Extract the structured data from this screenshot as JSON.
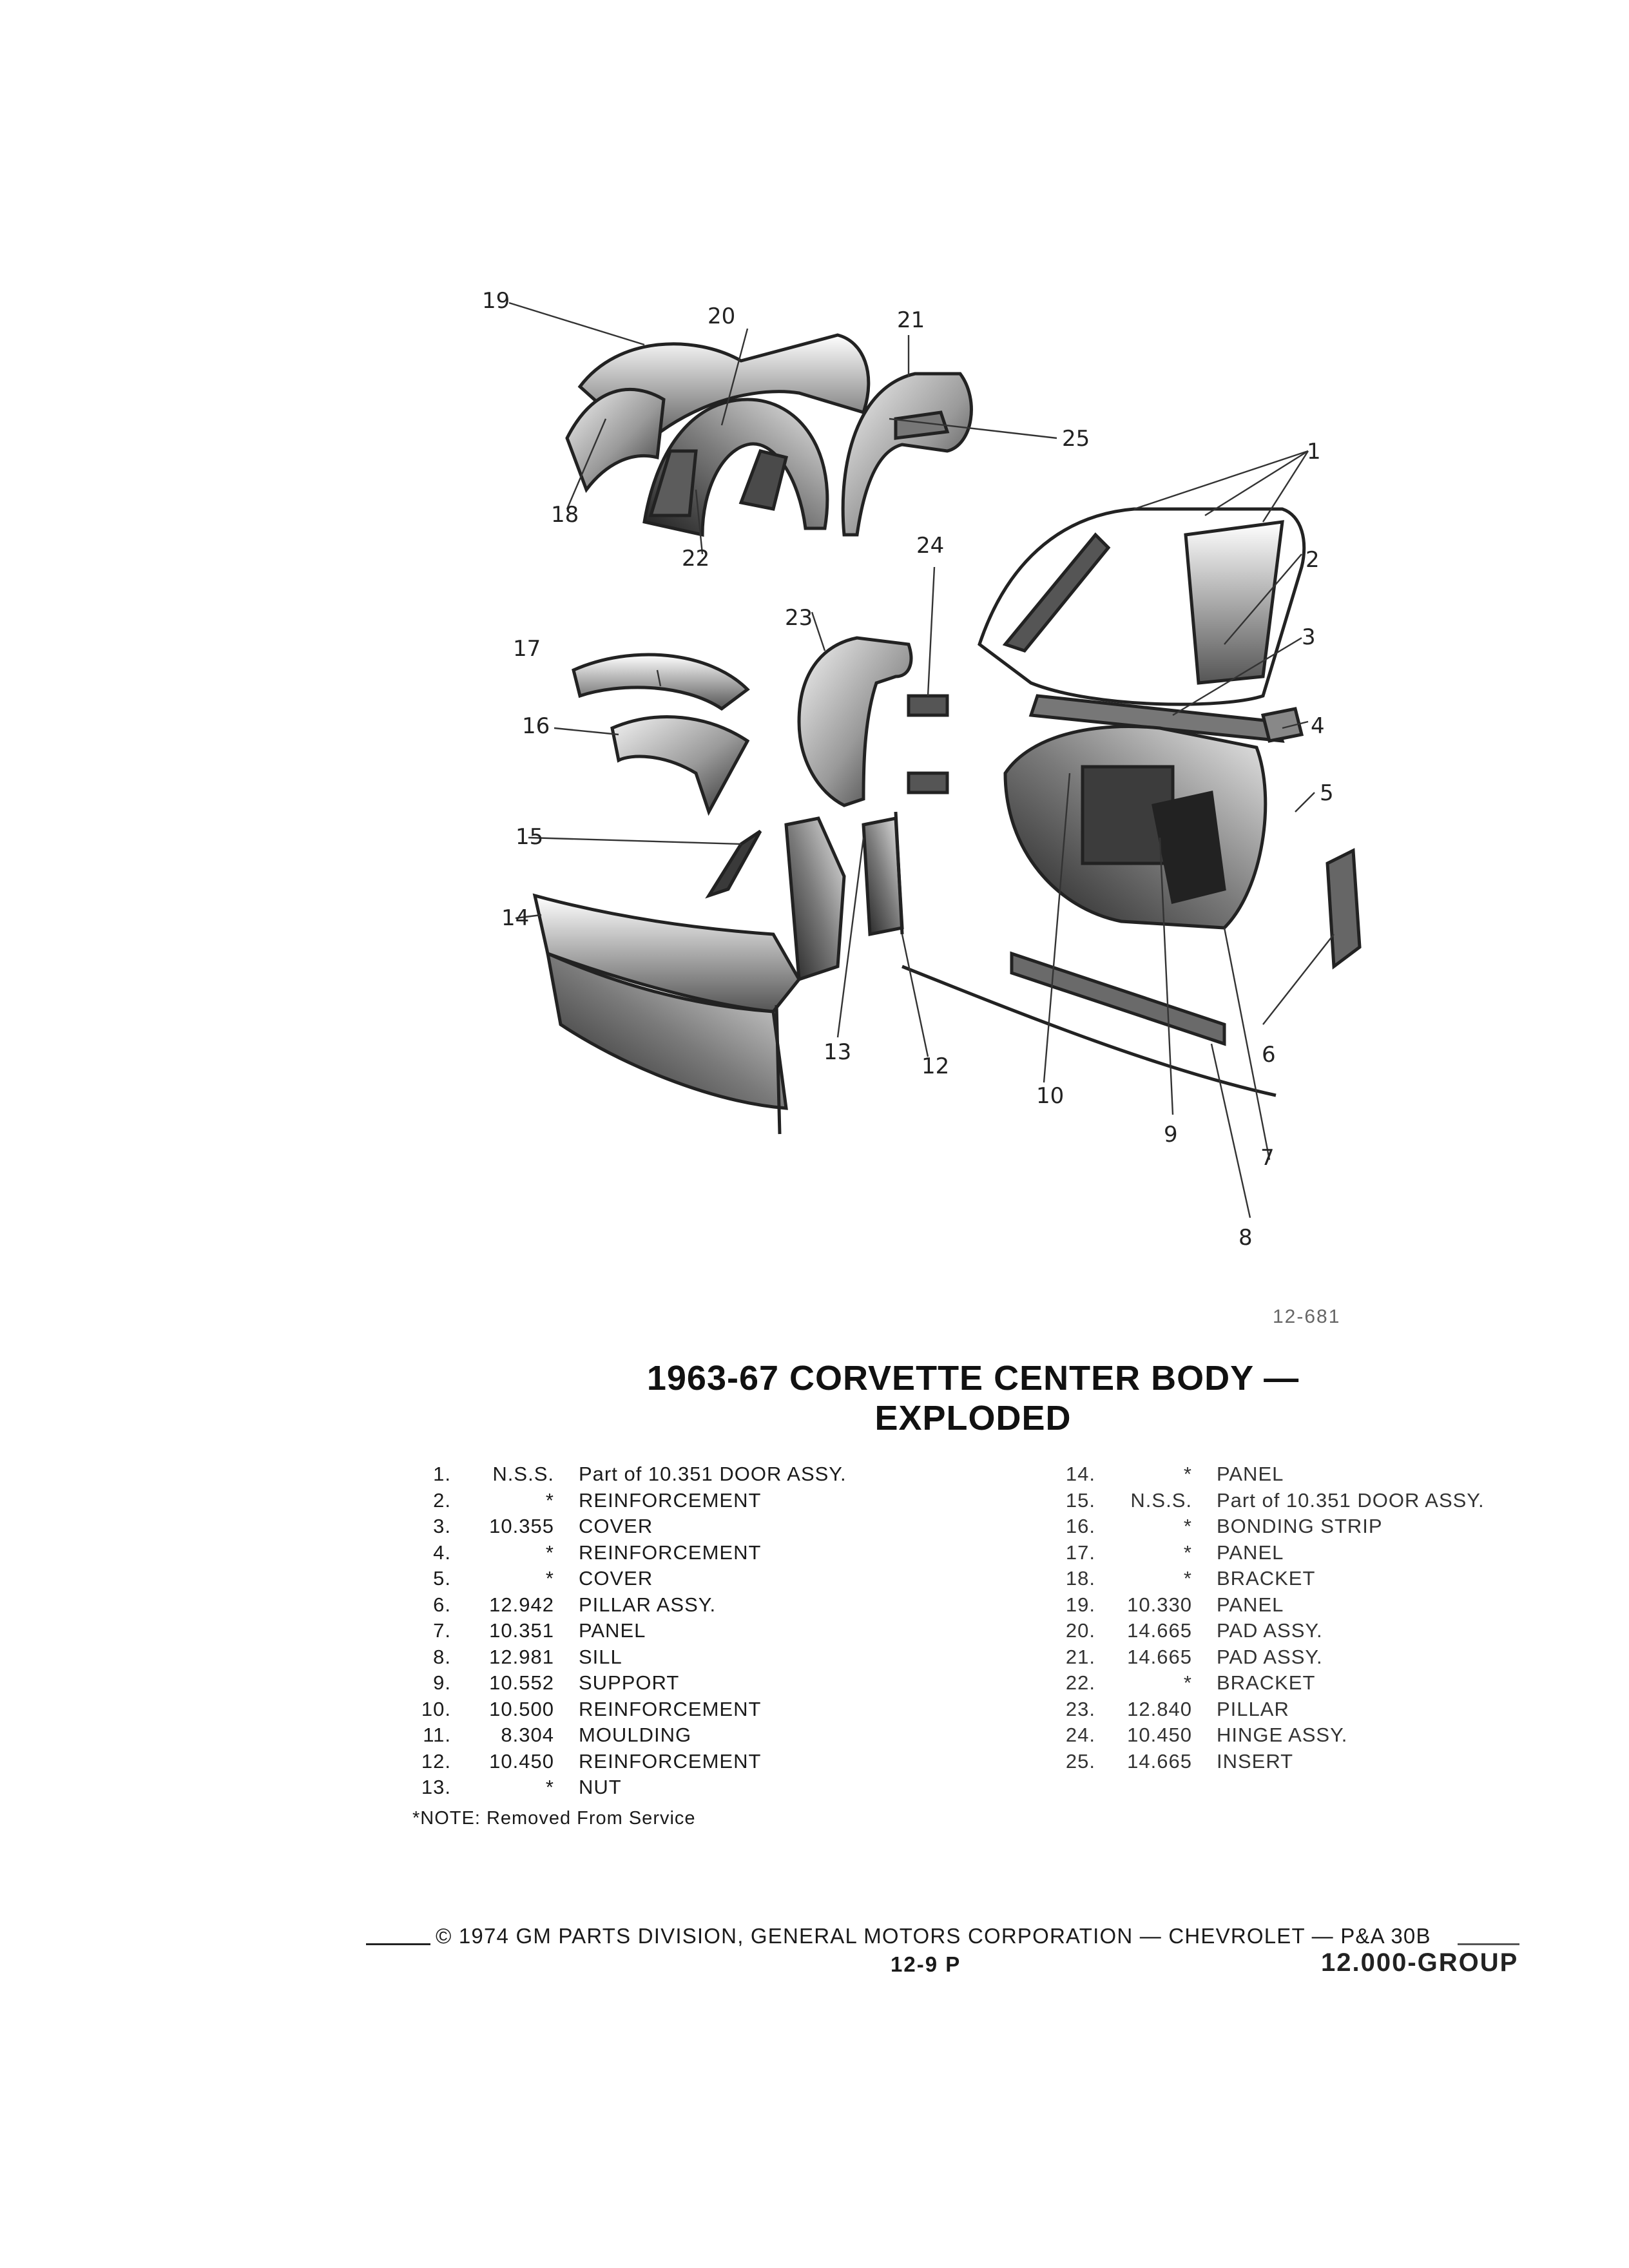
{
  "drawing_number": "12-681",
  "title": "1963-67 CORVETTE CENTER BODY — EXPLODED",
  "callouts": [
    "1",
    "2",
    "3",
    "4",
    "5",
    "6",
    "7",
    "8",
    "9",
    "10",
    "12",
    "13",
    "14",
    "15",
    "16",
    "17",
    "18",
    "19",
    "20",
    "21",
    "22",
    "23",
    "24",
    "25"
  ],
  "parts_left": [
    {
      "num": "1.",
      "part": "N.S.S.",
      "desc": "Part of 10.351 DOOR ASSY."
    },
    {
      "num": "2.",
      "part": "*",
      "desc": "REINFORCEMENT"
    },
    {
      "num": "3.",
      "part": "10.355",
      "desc": "COVER"
    },
    {
      "num": "4.",
      "part": "*",
      "desc": "REINFORCEMENT"
    },
    {
      "num": "5.",
      "part": "*",
      "desc": "COVER"
    },
    {
      "num": "6.",
      "part": "12.942",
      "desc": "PILLAR ASSY."
    },
    {
      "num": "7.",
      "part": "10.351",
      "desc": "PANEL"
    },
    {
      "num": "8.",
      "part": "12.981",
      "desc": "SILL"
    },
    {
      "num": "9.",
      "part": "10.552",
      "desc": "SUPPORT"
    },
    {
      "num": "10.",
      "part": "10.500",
      "desc": "REINFORCEMENT"
    },
    {
      "num": "11.",
      "part": "8.304",
      "desc": "MOULDING"
    },
    {
      "num": "12.",
      "part": "10.450",
      "desc": "REINFORCEMENT"
    },
    {
      "num": "13.",
      "part": "*",
      "desc": "NUT"
    }
  ],
  "parts_right": [
    {
      "num": "14.",
      "part": "*",
      "desc": "PANEL"
    },
    {
      "num": "15.",
      "part": "N.S.S.",
      "desc": "Part of 10.351 DOOR ASSY."
    },
    {
      "num": "16.",
      "part": "*",
      "desc": "BONDING STRIP"
    },
    {
      "num": "17.",
      "part": "*",
      "desc": "PANEL"
    },
    {
      "num": "18.",
      "part": "*",
      "desc": "BRACKET"
    },
    {
      "num": "19.",
      "part": "10.330",
      "desc": "PANEL"
    },
    {
      "num": "20.",
      "part": "14.665",
      "desc": "PAD ASSY."
    },
    {
      "num": "21.",
      "part": "14.665",
      "desc": "PAD ASSY."
    },
    {
      "num": "22.",
      "part": "*",
      "desc": "BRACKET"
    },
    {
      "num": "23.",
      "part": "12.840",
      "desc": "PILLAR"
    },
    {
      "num": "24.",
      "part": "10.450",
      "desc": "HINGE ASSY."
    },
    {
      "num": "25.",
      "part": "14.665",
      "desc": "INSERT"
    }
  ],
  "note": "*NOTE: Removed From Service",
  "footer": {
    "copyright": "© 1974 GM PARTS DIVISION, GENERAL MOTORS CORPORATION — CHEVROLET — P&A 30B",
    "page_number": "12-9 P",
    "group": "12.000-GROUP"
  }
}
